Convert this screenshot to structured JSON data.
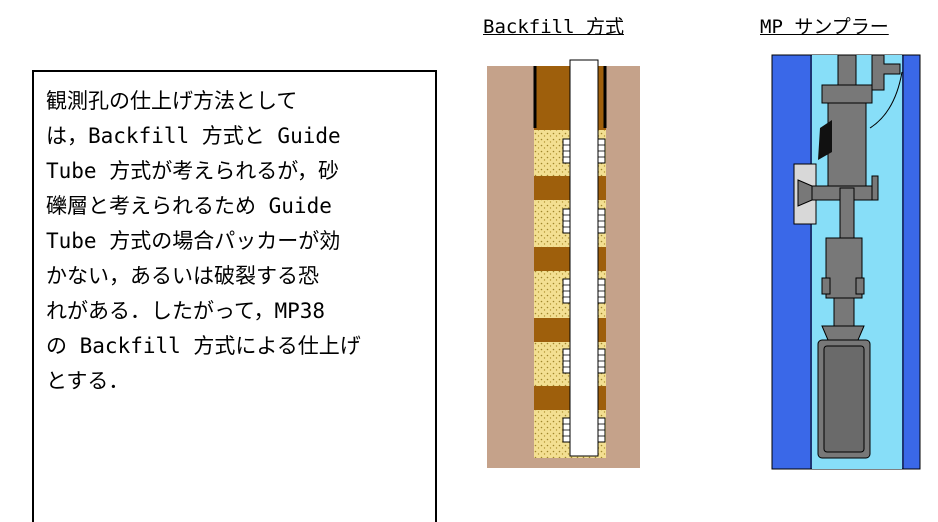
{
  "description_box": {
    "lines": [
      "観測孔の仕上げ方法として",
      "は，Backfill 方式と Guide",
      "Tube 方式が考えられるが，砂",
      "礫層と考えられるため Guide",
      "Tube 方式の場合パッカーが効",
      "かない，あるいは破裂する恐",
      "れがある．したがって，MP38",
      "の Backfill 方式による仕上げ",
      "とする．"
    ]
  },
  "captions": {
    "backfill": "Backfill 方式",
    "mp_sampler": "MP サンプラー"
  },
  "colors": {
    "soil": "#c5a28a",
    "clay_seal": "#9e5f0c",
    "sand": "#f3df92",
    "well_blue": "#3a68e8",
    "water_light": "#87def8",
    "tool_gray": "#787878"
  }
}
